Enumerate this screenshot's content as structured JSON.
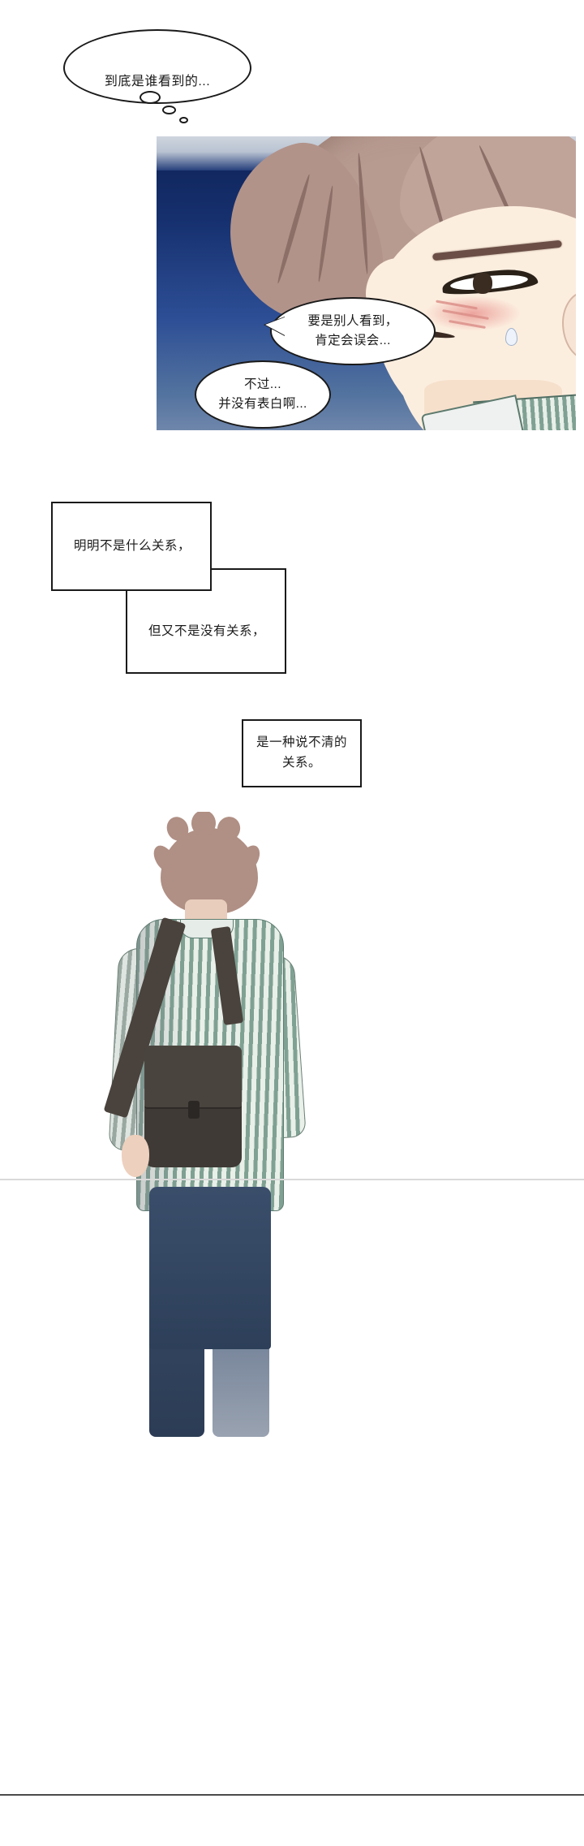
{
  "comic": {
    "title": "webtoon-page",
    "language": "zh-CN",
    "panels": [
      {
        "id": "panel-face",
        "description": "boy face profile on blue gradient background"
      },
      {
        "id": "panel-back",
        "description": "boy walking away with messenger bag"
      }
    ],
    "bubbles": {
      "thought_1": "到底是谁看到的...",
      "speech_2": "要是别人看到，\n肯定会误会...",
      "speech_3": "不过...\n并没有表白啊..."
    },
    "narration": {
      "box_1": "明明不是什么关系，",
      "box_2": "但又不是没有关系，",
      "box_3": "是一种说不清的\n关系。"
    },
    "colors": {
      "ink": "#1a1a1a",
      "bubble_fill": "#ffffff",
      "panel_sky_top": "#0e2256",
      "panel_sky_bottom": "#6f86ab",
      "skin": "#fceedf",
      "hair": "#b79a90",
      "shirt_stripe": "#7fa193",
      "bag": "#3f3a36",
      "pants": "#3a4e6b"
    }
  }
}
